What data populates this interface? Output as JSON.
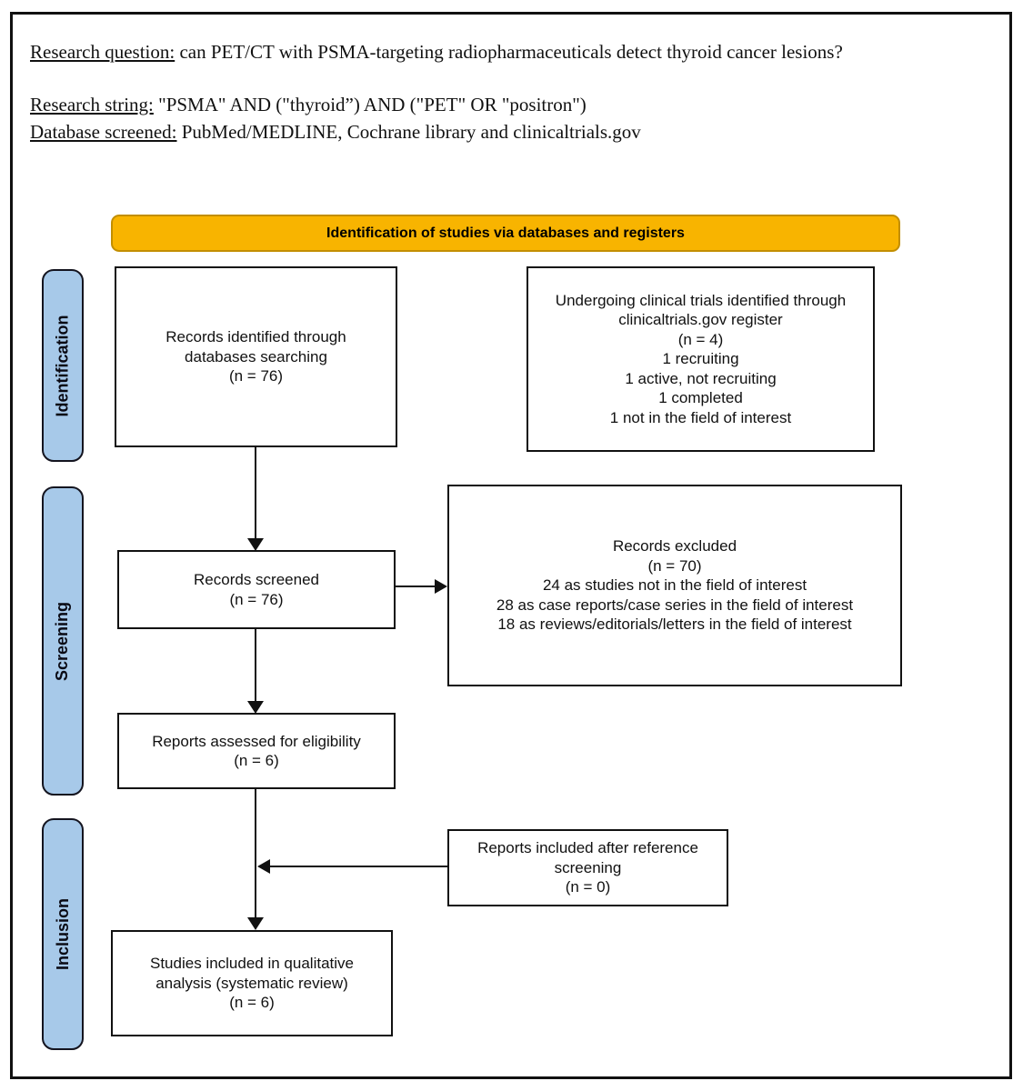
{
  "header": {
    "research_question_label": "Research question:",
    "research_question_text": " can PET/CT with PSMA-targeting radiopharmaceuticals detect thyroid cancer lesions?",
    "research_string_label": "Research string:",
    "research_string_text": " \"PSMA\" AND (\"thyroid”) AND (\"PET\" OR \"positron\")",
    "database_label": "Database screened:",
    "database_text": " PubMed/MEDLINE, Cochrane library and clinicaltrials.gov"
  },
  "banner": {
    "label": "Identification of studies via databases and registers",
    "bg": "#f8b400",
    "border": "#c28e00"
  },
  "stages": {
    "identification": "Identification",
    "screening": "Screening",
    "inclusion": "Inclusion",
    "bg": "#a7c9e9",
    "border": "#14141f"
  },
  "boxes": {
    "identified": [
      "Records identified through",
      "databases searching",
      "(n = 76)"
    ],
    "trials": [
      "Undergoing clinical trials identified through",
      "clinicaltrials.gov register",
      "(n = 4)",
      "1 recruiting",
      "1 active, not recruiting",
      "1 completed",
      "1 not in the field of interest"
    ],
    "screened": [
      "Records screened",
      "(n = 76)"
    ],
    "excluded": [
      "Records excluded",
      "(n = 70)",
      "24 as studies not in the field of interest",
      "28 as case reports/case series in the field of interest",
      "18 as reviews/editorials/letters in the field of interest"
    ],
    "assessed": [
      "Reports assessed for eligibility",
      "(n = 6)"
    ],
    "reference": [
      "Reports included after reference",
      "screening",
      "(n = 0)"
    ],
    "included": [
      "Studies included in qualitative",
      "analysis (systematic review)",
      "(n = 6)"
    ]
  }
}
